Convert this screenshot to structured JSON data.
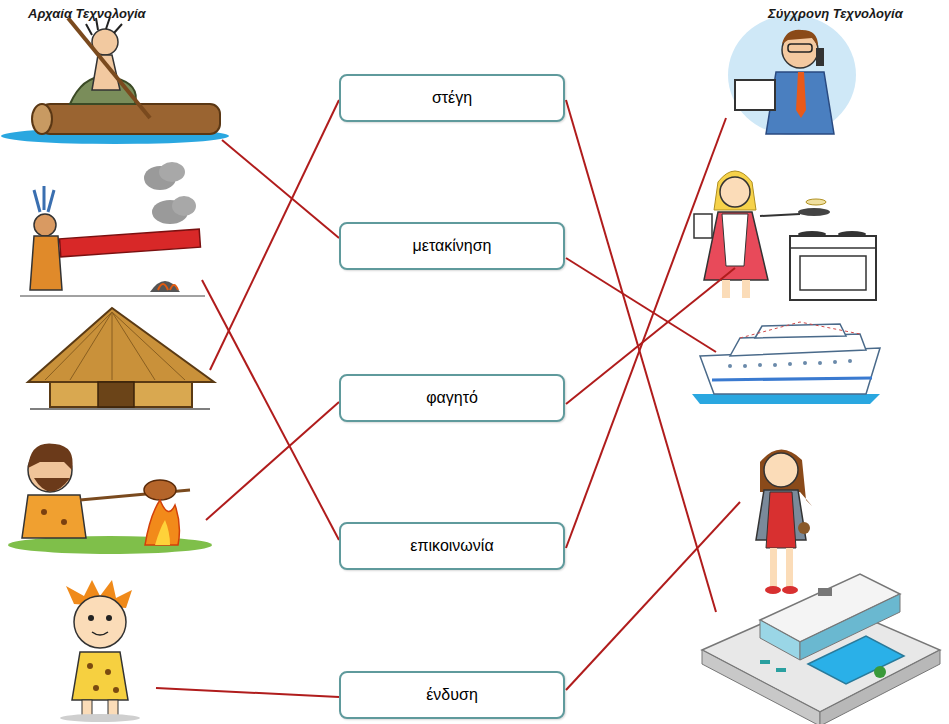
{
  "diagram": {
    "nodes": [
      {
        "text": [
          "στέγη"
        ]
      },
      {
        "text": [
          "μετακίνηση"
        ]
      },
      {
        "text": [
          "φαγητό"
        ]
      },
      {
        "text": [
          "επικοινωνία"
        ]
      },
      {
        "text": [
          "ένδυση"
        ]
      }
    ],
    "labels": [
      "Αρχαία Τεχνολογία",
      "Σύγχρονη Τεχνολογία"
    ]
  }
}
